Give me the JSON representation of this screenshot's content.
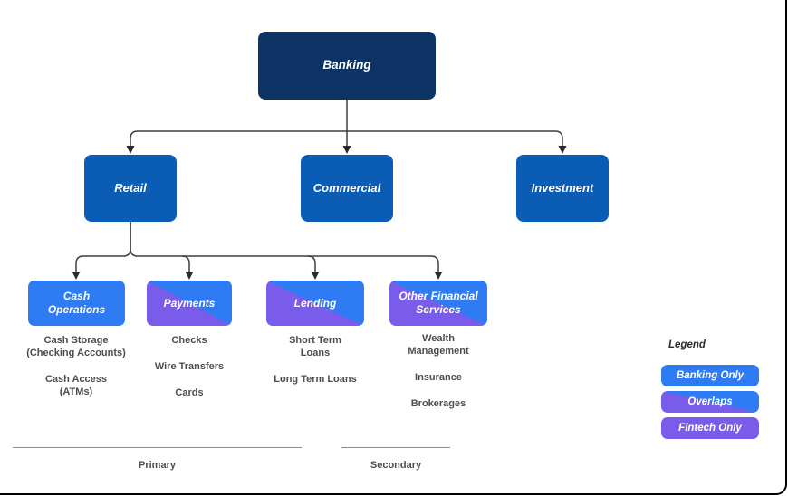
{
  "colors": {
    "root_box": "#0d3264",
    "level2_box": "#0b5cb5",
    "banking_only": "#2e7bf3",
    "fintech_only": "#7a5cea",
    "connector": "#3d3d3d",
    "list_text": "#4d4d4d"
  },
  "tree": {
    "root": {
      "label": "Banking"
    },
    "level2": [
      {
        "label": "Retail"
      },
      {
        "label": "Commercial"
      },
      {
        "label": "Investment"
      }
    ],
    "level3": [
      {
        "label": "Cash\nOperations",
        "style": "banking-only",
        "items": [
          "Cash Storage\n(Checking Accounts)",
          "Cash Access\n(ATMs)"
        ]
      },
      {
        "label": "Payments",
        "style": "overlap",
        "items": [
          "Checks",
          "Wire Transfers",
          "Cards"
        ]
      },
      {
        "label": "Lending",
        "style": "overlap",
        "items": [
          "Short Term\nLoans",
          "Long Term Loans"
        ]
      },
      {
        "label": "Other Financial\nServices",
        "style": "overlap",
        "items": [
          "Wealth\nManagement",
          "Insurance",
          "Brokerages"
        ]
      }
    ]
  },
  "groups": [
    {
      "label": "Primary"
    },
    {
      "label": "Secondary"
    }
  ],
  "legend": {
    "title": "Legend",
    "items": [
      {
        "label": "Banking Only",
        "style": "banking-only"
      },
      {
        "label": "Overlaps",
        "style": "overlap"
      },
      {
        "label": "Fintech Only",
        "style": "fintech-only"
      }
    ]
  }
}
